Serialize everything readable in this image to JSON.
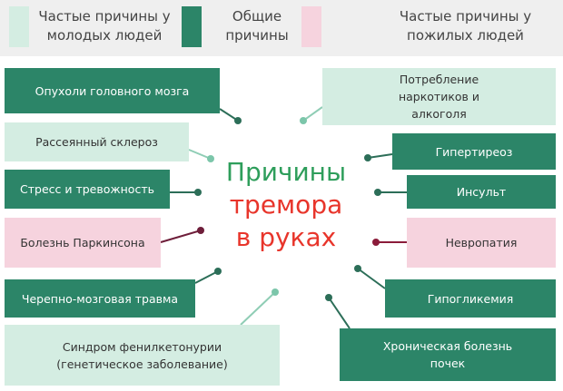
{
  "legend": [
    {
      "label": "Частые причины у молодых людей",
      "color": "#d4ede2"
    },
    {
      "label": "Общие причины",
      "color": "#2c8568"
    },
    {
      "label": "Частые причины у пожилых людей",
      "color": "#f6d3de"
    }
  ],
  "title": {
    "line1": "Причины",
    "line2": "тремора",
    "line3": "в руках",
    "color1": "#2e9e5b",
    "color2": "#e8352b"
  },
  "causes": [
    "Опухоли головного мозга",
    "Потребление наркотиков и алкоголя",
    "Рассеянный склероз",
    "Гипертиреоз",
    "Стресс и тревожность",
    "Инсульт",
    "Болезнь Паркинсона",
    "Невропатия",
    "Черепно-мозговая травма",
    "Гипогликемия",
    "Синдром фенилкетонурии (генетическое заболевание)",
    "Хроническая болезнь почек"
  ]
}
